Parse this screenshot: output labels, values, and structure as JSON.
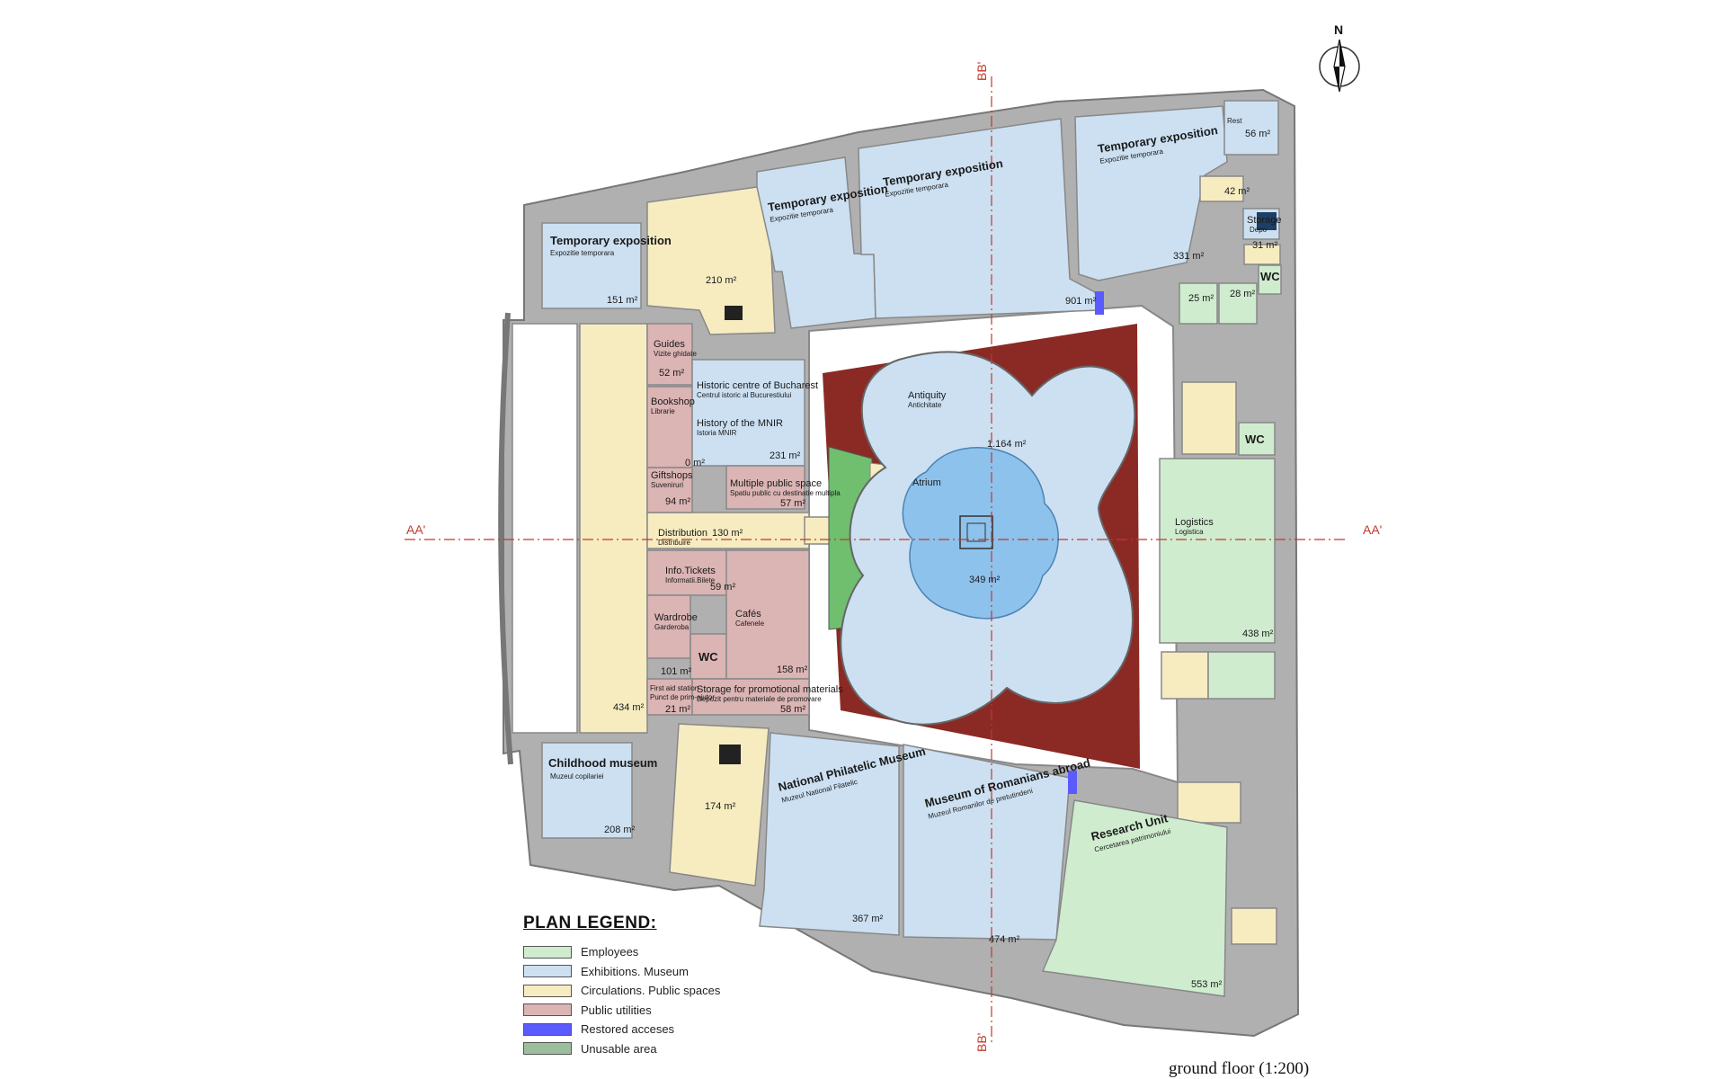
{
  "colors": {
    "employees": "#cfeccf",
    "exhibitions": "#cce0f2",
    "circulation": "#f6ecc0",
    "public_utilities": "#dbb4b4",
    "restored": "#5a5aff",
    "unusable": "#9bbf9b",
    "wall": "#a8a8a8",
    "courtyard_red": "#8b2a24",
    "atrium_blue": "#8cc2ec",
    "section_line": "#c0392b"
  },
  "north": {
    "label": "N",
    "icon": "north-arrow-icon"
  },
  "sections": {
    "aa": "AA'",
    "bb": "BB'"
  },
  "rooms": {
    "temp1": {
      "title": "Temporary exposition",
      "sub": "Expozitie temporara",
      "area": "151 m²"
    },
    "temp2": {
      "title": "Temporary exposition",
      "sub": "Expozitie temporara"
    },
    "temp3": {
      "title": "Temporary exposition",
      "sub": "Expozitie temporara"
    },
    "temp4": {
      "title": "Temporary exposition",
      "sub": "Expozitie temporara"
    },
    "area_901": "901 m²",
    "area_331": "331 m²",
    "circ_n": "210 m²",
    "rest": {
      "title": "Rest",
      "area": "56 m²"
    },
    "area_42": "42 m²",
    "storage": {
      "title": "Storage",
      "sub": "Depo",
      "area": "31 m²"
    },
    "wc_ne": {
      "title": "WC",
      "a1": "25 m²",
      "a2": "28 m²"
    },
    "guides": {
      "title": "Guides",
      "sub": "Vizite ghidate",
      "area": "52 m²"
    },
    "historic": {
      "title": "Historic centre of Bucharest",
      "sub": "Centrul istoric al Bucurestiului"
    },
    "history_mnir": {
      "title": "History of the MNIR",
      "sub": "Istoria MNIR",
      "area": "231 m²"
    },
    "bookshop": {
      "title": "Bookshop",
      "sub": "Librarie",
      "area": "0 m²"
    },
    "giftshops": {
      "title": "Giftshops",
      "sub": "Suveniruri",
      "area": "94 m²"
    },
    "multiple": {
      "title": "Multiple public space",
      "sub": "Spatiu public cu destinatie multipla",
      "area": "57 m²"
    },
    "distribution": {
      "title": "Distribution",
      "sub": "Distribuire",
      "area": "130 m²"
    },
    "info": {
      "title": "Info.Tickets",
      "sub": "Informatii.Bilete",
      "area": "59 m²"
    },
    "wardrobe": {
      "title": "Wardrobe",
      "sub": "Garderoba",
      "area": "101 m²"
    },
    "cafes": {
      "title": "Cafés",
      "sub": "Cafenele",
      "area": "158 m²"
    },
    "wc_c": {
      "title": "WC"
    },
    "first_aid": {
      "title": "First aid station",
      "sub": "Punct de prim-ajutor",
      "area": "21 m²"
    },
    "storage_promo": {
      "title": "Storage for promotional materials",
      "sub": "Depozit pentru materiale de promovare",
      "area": "58 m²"
    },
    "hall_434": "434 m²",
    "antiquity": {
      "title": "Antiquity",
      "sub": "Antichitate",
      "area": "1.164 m²"
    },
    "atrium": {
      "title": "Atrium",
      "area": "349 m²"
    },
    "wc_e": {
      "title": "WC"
    },
    "logistics": {
      "title": "Logistics",
      "sub": "Logistica",
      "area": "438 m²"
    },
    "childhood": {
      "title": "Childhood museum",
      "sub": "Muzeul copilariei",
      "area": "208 m²"
    },
    "circ_s": "174 m²",
    "philatelic": {
      "title": "National Philatelic Museum",
      "sub": "Muzeul National Filatelic",
      "area": "367 m²"
    },
    "romanians": {
      "title": "Museum of Romanians abroad",
      "sub": "Muzeul Romanilor de pretutindeni",
      "area": "474 m²"
    },
    "research": {
      "title": "Research Unit",
      "sub": "Cercetarea patrimoniului",
      "area": "553 m²"
    }
  },
  "legend": {
    "title": "PLAN LEGEND:",
    "items": [
      {
        "label": "Employees",
        "color": "#cfeccf"
      },
      {
        "label": "Exhibitions. Museum",
        "color": "#cce0f2"
      },
      {
        "label": "Circulations. Public spaces",
        "color": "#f6ecc0"
      },
      {
        "label": "Public utilities",
        "color": "#dbb4b4"
      },
      {
        "label": "Restored acceses",
        "color": "#5a5aff"
      },
      {
        "label": "Unusable area",
        "color": "#9bbf9b"
      }
    ]
  },
  "caption": "ground floor (1:200)"
}
